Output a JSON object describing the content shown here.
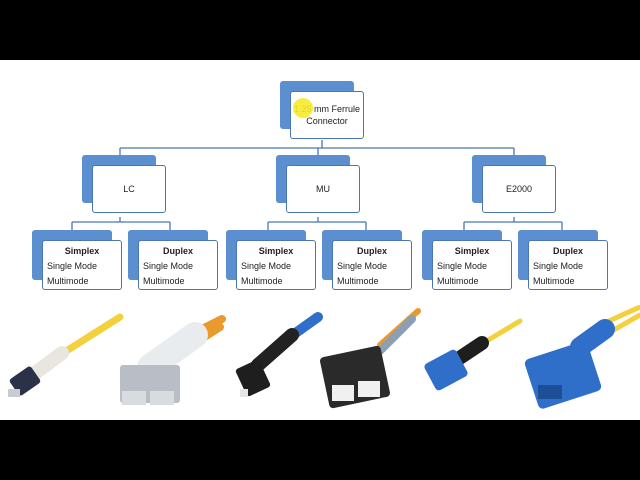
{
  "diagram": {
    "root": {
      "line1": "1.25 mm Ferrule",
      "line2": "Connector"
    },
    "types": [
      {
        "label": "LC"
      },
      {
        "label": "MU"
      },
      {
        "label": "E2000"
      }
    ],
    "leaves": [
      {
        "title": "Simplex",
        "mode1": "Single Mode",
        "mode2": "Multimode"
      },
      {
        "title": "Duplex",
        "mode1": "Single Mode",
        "mode2": "Multimode"
      },
      {
        "title": "Simplex",
        "mode1": "Single Mode",
        "mode2": "Multimode"
      },
      {
        "title": "Duplex",
        "mode1": "Single Mode",
        "mode2": "Multimode"
      },
      {
        "title": "Simplex",
        "mode1": "Single Mode",
        "mode2": "Multimode"
      },
      {
        "title": "Duplex",
        "mode1": "Single Mode",
        "mode2": "Multimode"
      }
    ]
  },
  "colors": {
    "box_back": "#5b8fcf",
    "box_border": "#4a76b5",
    "connector_line": "#4a76b5",
    "cursor_highlight": "#f6ea2b",
    "cable_yellow": "#f2d13c",
    "cable_orange": "#e99a2c",
    "connector_blue": "#2f6fc9",
    "connector_gray": "#b9bec6",
    "connector_black": "#222222"
  },
  "photos": [
    {
      "icon": "lc-simplex-connector-icon"
    },
    {
      "icon": "lc-duplex-connector-icon"
    },
    {
      "icon": "mu-simplex-connector-icon"
    },
    {
      "icon": "mu-duplex-connector-icon"
    },
    {
      "icon": "e2000-simplex-connector-icon"
    },
    {
      "icon": "e2000-duplex-connector-icon"
    }
  ]
}
